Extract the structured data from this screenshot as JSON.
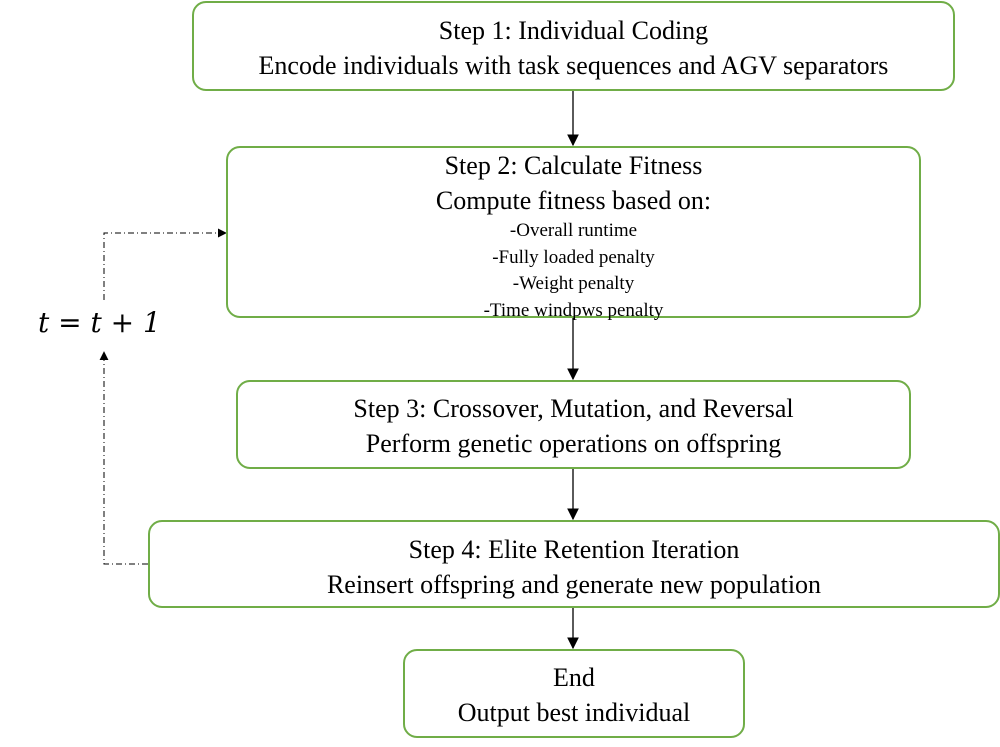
{
  "steps": {
    "step1": {
      "title": "Step 1: Individual Coding",
      "desc": "Encode individuals with task sequences and AGV separators"
    },
    "step2": {
      "title": "Step 2: Calculate Fitness",
      "desc": "Compute fitness based on:",
      "items": [
        "-Overall runtime",
        "-Fully loaded penalty",
        "-Weight penalty",
        "-Time windpws penalty"
      ]
    },
    "step3": {
      "title": "Step 3: Crossover, Mutation, and Reversal",
      "desc": "Perform genetic operations on offspring"
    },
    "step4": {
      "title": "Step 4: Elite Retention Iteration",
      "desc": "Reinsert offspring and generate new population"
    },
    "end": {
      "title": "End",
      "desc": "Output best individual"
    }
  },
  "loop_label": "t = t + 1",
  "colors": {
    "box_border": "#70ad47",
    "arrow": "#000000",
    "text": "#000000"
  }
}
